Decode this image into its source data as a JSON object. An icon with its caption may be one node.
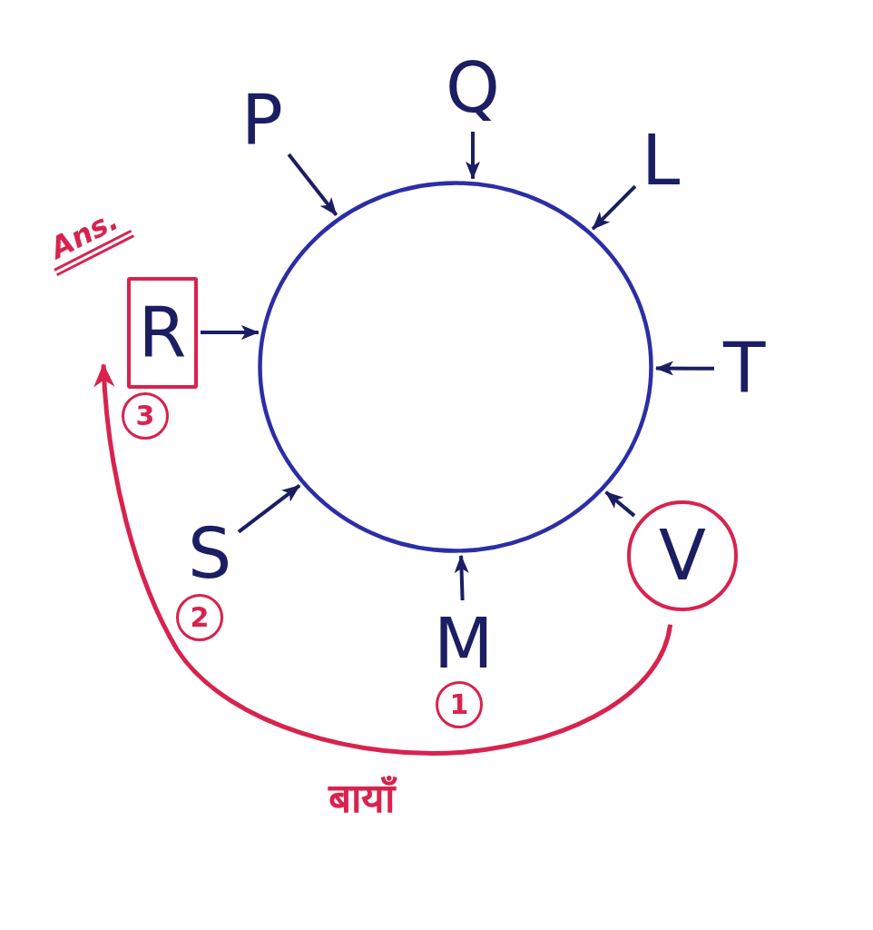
{
  "diagram": {
    "nodes": [
      {
        "text": [
          "Q"
        ]
      },
      {
        "text": [
          "P"
        ]
      },
      {
        "text": [
          "L"
        ]
      },
      {
        "text": [],
        "shape": "circle"
      },
      {
        "text": [
          "R"
        ],
        "beside": [
          "3"
        ]
      },
      {
        "text": [
          "T"
        ]
      },
      {
        "text": [
          "S"
        ],
        "beside": [
          "2"
        ]
      },
      {
        "text": [
          "V"
        ]
      },
      {
        "text": [
          "M"
        ],
        "beside": [
          "1"
        ]
      }
    ],
    "edges": [
      {
        "from": 0,
        "to": 3,
        "arrow": "to"
      },
      {
        "from": 1,
        "to": 3,
        "arrow": "to"
      },
      {
        "from": 2,
        "to": 3,
        "arrow": "to"
      },
      {
        "from": 4,
        "to": 3,
        "arrow": "to"
      },
      {
        "from": 5,
        "to": 3,
        "arrow": "to"
      },
      {
        "from": 6,
        "to": 3,
        "arrow": "to"
      },
      {
        "from": 7,
        "to": 3,
        "arrow": "to"
      },
      {
        "from": 8,
        "to": 3,
        "arrow": "to"
      },
      {
        "from": 7,
        "to": 4,
        "arrow": "to",
        "label": "बायाँ",
        "color": "#d8234f"
      }
    ],
    "labels": [
      "Ans."
    ]
  }
}
